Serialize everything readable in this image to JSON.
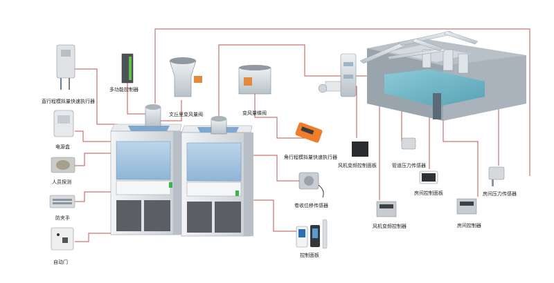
{
  "labels": {
    "linear_actuator": "直行程模拟量快速执行器",
    "multi_controller": "多功能控制器",
    "venturi_valve": "文丘里变风量阀",
    "vav_butterfly": "变风量蝶阀",
    "power_box": "电源盒",
    "presence_sensor": "人员探测",
    "anti_pinch": "防夹手",
    "auto_door": "自动门",
    "angular_actuator": "角行程模拟量快速执行器",
    "fan_vfd_panel": "风机变频控制面板",
    "duct_pressure_sensor": "管道压力传感器",
    "sash_sensor": "卷收位移传感器",
    "room_panel_a": "房间控制面板",
    "room_pressure_sensor": "房间压力传感器",
    "fan_vfd_controller": "风机变频控制器",
    "room_controller": "房间控制器",
    "control_panel": "控制面板"
  },
  "colors": {
    "wire": "#c0504d",
    "duct": "#cfd6dc",
    "hood_body": "#dde2e7",
    "glass": "#a7c8e4",
    "room_wall": "#8f9aa3",
    "room_water": "#6fb8c9"
  }
}
